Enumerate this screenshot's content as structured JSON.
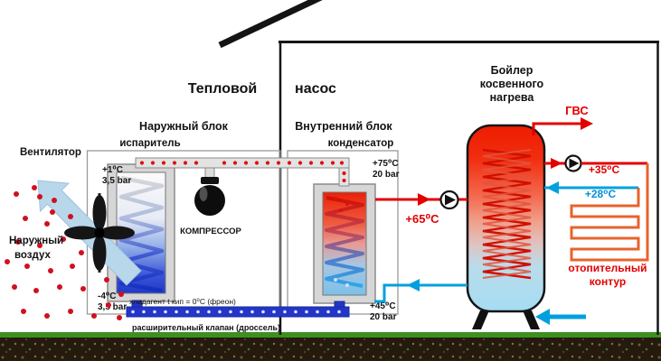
{
  "title": {
    "part1": "Тепловой",
    "part2": "насос"
  },
  "air": {
    "fan_label": "Вентилятор",
    "outside_air_line1": "Наружный",
    "outside_air_line2": "воздух"
  },
  "outdoor_unit": {
    "label": "Наружный блок",
    "component": "испаритель",
    "temp_top": "+1⁰C",
    "pressure_top": "3,5 bar",
    "temp_bottom": "-4⁰C",
    "pressure_bottom": "3,5 bar"
  },
  "compressor": {
    "label": "КОМПРЕССОР"
  },
  "indoor_unit": {
    "label": "Внутренний блок",
    "component": "конденсатор",
    "temp_top": "+75⁰C",
    "pressure_top": "20 bar",
    "temp_bottom": "+45⁰C",
    "pressure_bottom": "20 bar"
  },
  "refrigerant": {
    "pipe_label": "хладагент t кип = 0⁰C (фреон)",
    "expansion_valve_label": "расширительный клапан (дроссель)"
  },
  "boiler": {
    "label_line1": "Бойлер",
    "label_line2": "косвенного",
    "label_line3": "нагрева"
  },
  "water_circuit": {
    "gvs_label": "ГВС",
    "condenser_outlet_temp": "+65⁰C",
    "heating_supply_temp": "+35⁰C",
    "heating_return_temp": "+28⁰C"
  },
  "heating_circuit": {
    "label_line1": "отопительный",
    "label_line2": "контур"
  },
  "colors": {
    "hot": "#e30000",
    "cold": "#00a0dd",
    "refrigerant_cold_pipe": "#2336c8",
    "heating_coil": "#e8632c",
    "air_arrow": "#b8d7ea",
    "grass": "#3f8f1f",
    "soil": "#241a0e"
  }
}
